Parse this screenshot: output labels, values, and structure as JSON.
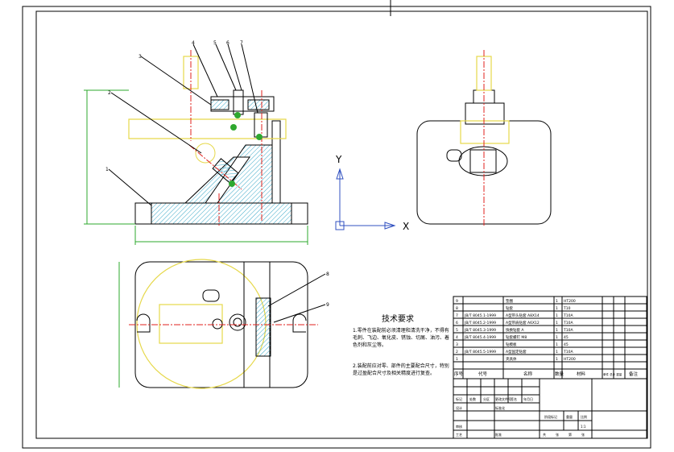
{
  "drawing": {
    "tech_requirements_title": "技术要求",
    "tech_requirements": [
      "1.零件在装配前必须清理和清洗干净，不得有毛刺、飞边、氧化皮、锈蚀、切屑、油污、着色剂和灰尘等。",
      "2.装配前应对零、部件的主要配合尺寸，特别是过盈配合尺寸及相关精度进行复查。"
    ],
    "axis_labels": {
      "y": "Y",
      "x": "X"
    },
    "balloons": [
      "1",
      "2",
      "3",
      "4",
      "5",
      "6",
      "7",
      "8",
      "9"
    ]
  },
  "bom": {
    "header": {
      "seq": "序号",
      "code": "代号",
      "name": "名称",
      "qty": "数量",
      "material": "材料",
      "weight": "单件 总计 重量",
      "remark": "备注"
    },
    "rows": [
      {
        "seq": "9",
        "code": "",
        "name": "垫圈",
        "qty": "1",
        "material": "HT200",
        "remark": ""
      },
      {
        "seq": "8",
        "code": "",
        "name": "钻套",
        "qty": "1",
        "material": "T10",
        "remark": ""
      },
      {
        "seq": "7",
        "code": "JB/T 8045.1-1999",
        "name": "A型带头钻套 A8X14",
        "qty": "1",
        "material": "T10A",
        "remark": ""
      },
      {
        "seq": "6",
        "code": "JB/T 8045.2-1999",
        "name": "A型带肩钻套 A6X12",
        "qty": "1",
        "material": "T10A",
        "remark": ""
      },
      {
        "seq": "5",
        "code": "JB/T 8045.3-1999",
        "name": "快换钻套 A",
        "qty": "1",
        "material": "T10A",
        "remark": ""
      },
      {
        "seq": "4",
        "code": "JB/T 8045.4-1999",
        "name": "钻套螺钉 M8",
        "qty": "1",
        "material": "45",
        "remark": ""
      },
      {
        "seq": "3",
        "code": "",
        "name": "钻模板",
        "qty": "1",
        "material": "45",
        "remark": ""
      },
      {
        "seq": "2",
        "code": "JB/T 8045.5-1999",
        "name": "A型固定钻套",
        "qty": "1",
        "material": "T10A",
        "remark": ""
      },
      {
        "seq": "1",
        "code": "",
        "name": "夹具体",
        "qty": "1",
        "material": "HT200",
        "remark": ""
      }
    ]
  },
  "title_block": {
    "labels": [
      "标记",
      "处数",
      "分区",
      "更改文件号",
      "签名",
      "年月日",
      "设计",
      "标准化",
      "审核",
      "工艺",
      "批准",
      "阶段标记",
      "重量",
      "比例",
      "共",
      "张",
      "第",
      "张"
    ],
    "scale": "1:1"
  },
  "colors": {
    "outline": "#000000",
    "hatch": "#3aa8c8",
    "center": "#e0201c",
    "yellow": "#e6d84a",
    "dim": "#2ea82e",
    "ucs": "#3050c0"
  }
}
